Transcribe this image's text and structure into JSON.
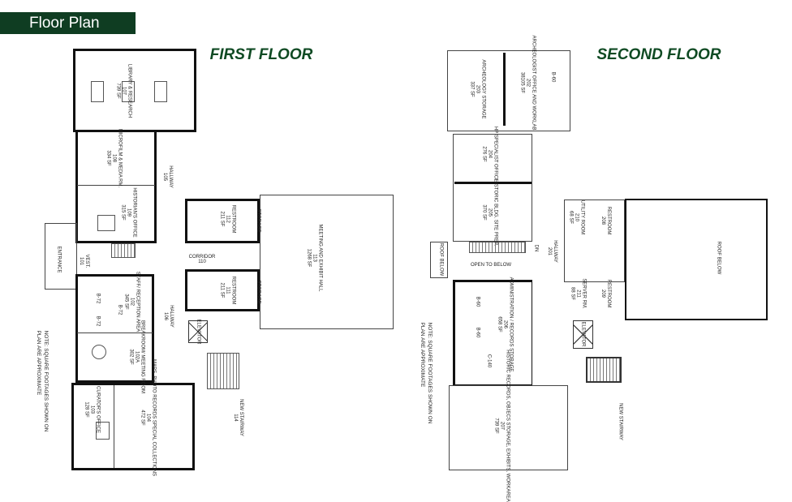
{
  "header": {
    "title": "Floor Plan"
  },
  "first_floor": {
    "title": "FIRST FLOOR",
    "rooms": [
      {
        "name": "LIBRARY & RESEARCH",
        "number": "107",
        "area": "739 SF"
      },
      {
        "name": "MICROFILM & MEDIA RM.",
        "number": "108",
        "area": "334 SF"
      },
      {
        "name": "HISTORIAN'S OFFICE",
        "number": "109",
        "area": "315 SF"
      },
      {
        "name": "HALLWAY",
        "number": "105",
        "area": ""
      },
      {
        "name": "ENTRANCE",
        "number": "",
        "area": ""
      },
      {
        "name": "VEST.",
        "number": "101",
        "area": ""
      },
      {
        "name": "STAFF/ RECEPTION AREA",
        "number": "102",
        "area": "345 SF"
      },
      {
        "name": "BREAKROOM/ MEETING ROOM",
        "number": "102A",
        "area": "302 SF"
      },
      {
        "name": "HALLWAY",
        "number": "106",
        "area": ""
      },
      {
        "name": "CORRIDOR",
        "number": "110",
        "area": ""
      },
      {
        "name": "RESTROOM",
        "number": "112",
        "area": "211 SF"
      },
      {
        "name": "RESTROOM",
        "number": "111",
        "area": "211 SF"
      },
      {
        "name": "STORAGE",
        "number": "",
        "area": ""
      },
      {
        "name": "STORAGE",
        "number": "",
        "area": ""
      },
      {
        "name": "MEETING AND EXHIBIT HALL",
        "number": "113",
        "area": "1268 SF"
      },
      {
        "name": "ELEVATOR",
        "number": "",
        "area": ""
      },
      {
        "name": "NEW STAIRWAY",
        "number": "114",
        "area": ""
      },
      {
        "name": "CURATOR'S OFFICE",
        "number": "103",
        "area": "128 SF"
      },
      {
        "name": "MAPS, PHOTO RECORDS SPECIAL COLLECTIONS",
        "number": "104",
        "area": "472 SF"
      }
    ],
    "workstations": [
      "B-72",
      "B-72",
      "B-72"
    ],
    "note": "NOTE: SQUARE FOOTAGES SHOWN ON\nPLAN ARE APPROXIMATE"
  },
  "second_floor": {
    "title": "SECOND FLOOR",
    "rooms": [
      {
        "name": "ARCHEOLOGY STORAGE",
        "number": "203",
        "area": "337 SF"
      },
      {
        "name": "ARCHEOLOGIST OFFICE AND WORKLAB",
        "number": "202",
        "area": "38105 SF"
      },
      {
        "name": "HP SPECIALIST OFFICE",
        "number": "204",
        "area": "276 SF"
      },
      {
        "name": "HISTORIC BLDG. SITE PREP.",
        "number": "205",
        "area": "370 SF"
      },
      {
        "name": "HALLWAY",
        "number": "201",
        "area": ""
      },
      {
        "name": "ROOF BELOW",
        "number": "",
        "area": ""
      },
      {
        "name": "UTILITY ROOM",
        "number": "210",
        "area": "68 SF"
      },
      {
        "name": "RESTROOM",
        "number": "208",
        "area": ""
      },
      {
        "name": "SERVER RM.",
        "number": "211",
        "area": "88 SF"
      },
      {
        "name": "RESTROOM",
        "number": "209",
        "area": ""
      },
      {
        "name": "ROOF BELOW",
        "number": "",
        "area": ""
      },
      {
        "name": "ADMINISTRATION / RECORDS STORAGE",
        "number": "206",
        "area": "658 SF"
      },
      {
        "name": "ELEVATOR",
        "number": "",
        "area": ""
      },
      {
        "name": "NEW STAIRWAY",
        "number": "",
        "area": ""
      },
      {
        "name": "HISTORIC RECORDS, OBJECS STORAGE, EXHIBITS, WORKAREA",
        "number": "207",
        "area": "739 SF"
      }
    ],
    "open_to_below": "OPEN TO BELOW",
    "dn": "DN",
    "workstations": [
      "B-60",
      "B-60",
      "B-60",
      "C-140"
    ],
    "note": "NOTE: SQUARE FOOTAGES SHOWN ON\nPLAN ARE APPROXIMATE"
  }
}
